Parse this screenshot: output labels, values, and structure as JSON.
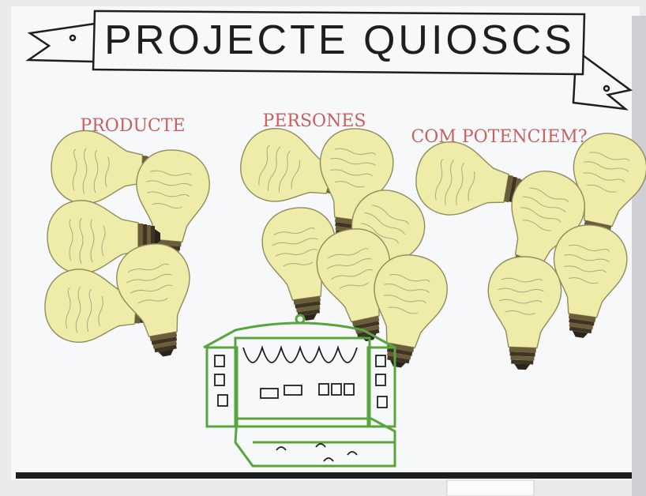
{
  "poster": {
    "title": "PROJECTE QUIOSCS",
    "sections": [
      {
        "heading": "PRODUCTE",
        "color": "#c8605e"
      },
      {
        "heading": "PERSONES",
        "color": "#c8605e"
      },
      {
        "heading": "COM POTENCIEM?",
        "color": "#c8605e"
      }
    ]
  },
  "colors": {
    "wall": "#ece9ec",
    "paper": "#f7f8fa",
    "bulb_fill": "#eeeca8",
    "kiosk_green": "#57a53c",
    "banner_ink": "#1e1e1e"
  }
}
